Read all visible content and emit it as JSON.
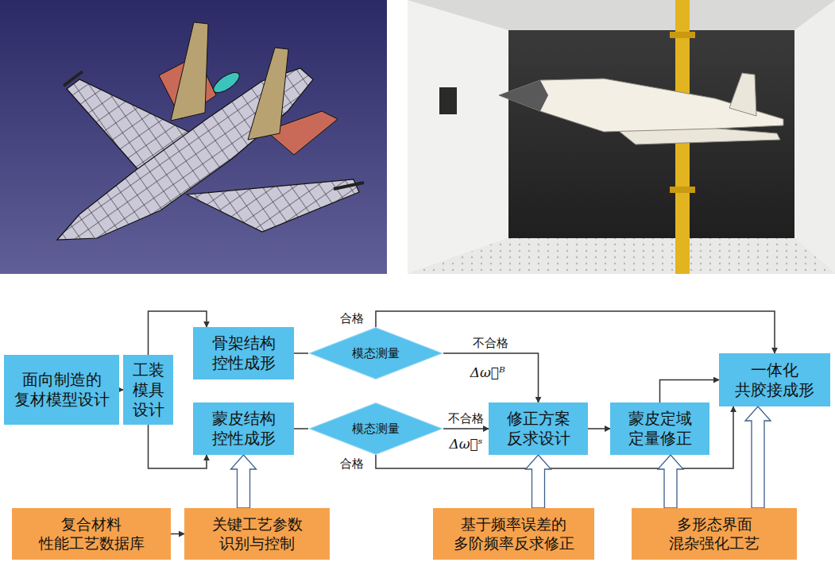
{
  "diagram": {
    "nodes": [
      {
        "text": [
          "面向制造的 复材模型设计"
        ]
      },
      {
        "text": [
          "工装 模具 设计"
        ]
      },
      {
        "text": [
          "骨架结构 控性成形"
        ]
      },
      {
        "text": [
          "蒙皮结构 控性成形"
        ]
      },
      {
        "text": [
          "模态测量"
        ]
      },
      {
        "text": [
          "模态测量"
        ]
      },
      {
        "text": [
          "修正方案 反求设计"
        ]
      },
      {
        "text": [
          "蒙皮定域 定量修正"
        ]
      },
      {
        "text": [
          "一体化 共胶接成形"
        ]
      },
      {
        "text": [
          "复合材料 性能工艺数据库"
        ]
      },
      {
        "text": [
          "关键工艺参数 识别与控制"
        ]
      },
      {
        "text": [
          "基于频率误差的 多阶频率反求修正"
        ]
      },
      {
        "text": [
          "多形态界面 混杂强化工艺"
        ]
      }
    ],
    "edges": [
      {
        "from": 0,
        "to": 1,
        "arrow": "to"
      },
      {
        "from": 1,
        "to": 2,
        "arrow": "to"
      },
      {
        "from": 1,
        "to": 3,
        "arrow": "to"
      },
      {
        "from": 2,
        "to": 4,
        "arrow": "none"
      },
      {
        "from": 3,
        "to": 5,
        "arrow": "none"
      },
      {
        "from": 4,
        "to": 8,
        "label": "合格",
        "arrow": "to"
      },
      {
        "from": 4,
        "to": 6,
        "label": "不合格",
        "arrow": "to"
      },
      {
        "from": 5,
        "to": 6,
        "label": "不合格",
        "arrow": "to"
      },
      {
        "from": 5,
        "to": 8,
        "label": "合格",
        "arrow": "to"
      },
      {
        "from": 6,
        "to": 7,
        "arrow": "to"
      },
      {
        "from": 7,
        "to": 8,
        "arrow": "to"
      },
      {
        "from": 9,
        "to": 10,
        "arrow": "to"
      },
      {
        "from": 10,
        "to": 3,
        "arrow": "to"
      },
      {
        "from": 11,
        "to": 6,
        "arrow": "to"
      },
      {
        "from": 12,
        "to": 7,
        "arrow": "to"
      },
      {
        "from": 12,
        "to": 8,
        "arrow": "to"
      }
    ],
    "labels": [
      "Δω⃗ᴮ",
      "Δω⃗ˢ"
    ]
  }
}
